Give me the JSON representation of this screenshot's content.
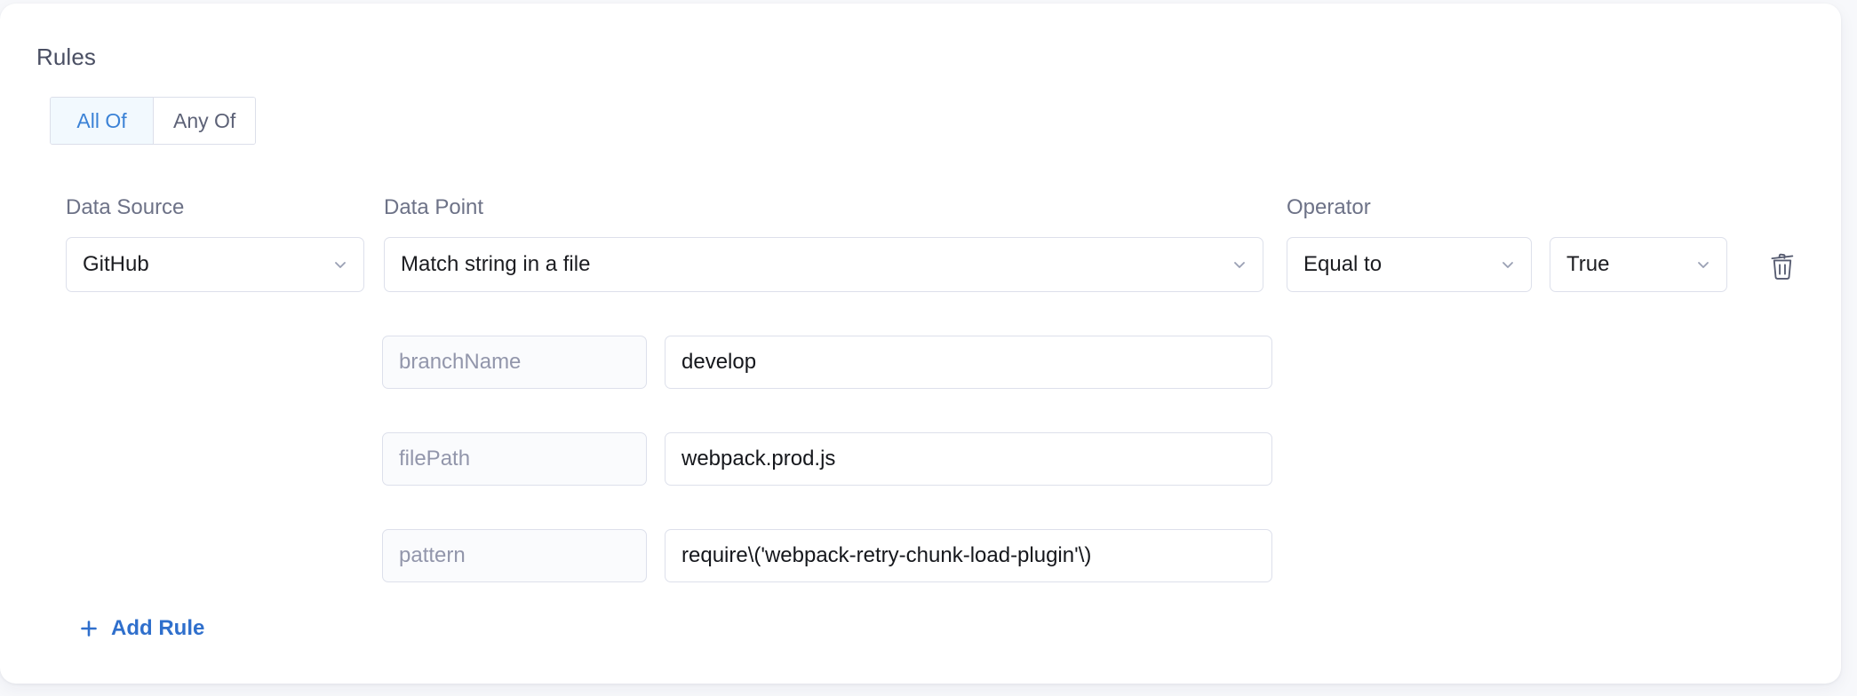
{
  "section": {
    "title": "Rules"
  },
  "match_toggle": {
    "options": [
      {
        "label": "All Of",
        "active": true
      },
      {
        "label": "Any Of",
        "active": false
      }
    ]
  },
  "columns": {
    "data_source": "Data Source",
    "data_point": "Data Point",
    "operator": "Operator"
  },
  "rule": {
    "data_source": "GitHub",
    "data_point": "Match string in a file",
    "operator": "Equal to",
    "value": "True",
    "delete_icon": "trash-icon",
    "chevron_icon": "chevron-down-icon",
    "params": [
      {
        "key": "branchName",
        "value": "develop"
      },
      {
        "key": "filePath",
        "value": "webpack.prod.js"
      },
      {
        "key": "pattern",
        "value": "require\\('webpack-retry-chunk-load-plugin'\\)"
      }
    ]
  },
  "actions": {
    "add_rule": "Add Rule",
    "add_icon": "plus-icon"
  },
  "colors": {
    "accent": "#2f6fcc",
    "active_tab_bg": "#f2f9fe",
    "active_tab_text": "#3b82d6",
    "border": "#dde0eb",
    "label_text": "#6d7287",
    "page_bg": "#f7f8fb"
  }
}
